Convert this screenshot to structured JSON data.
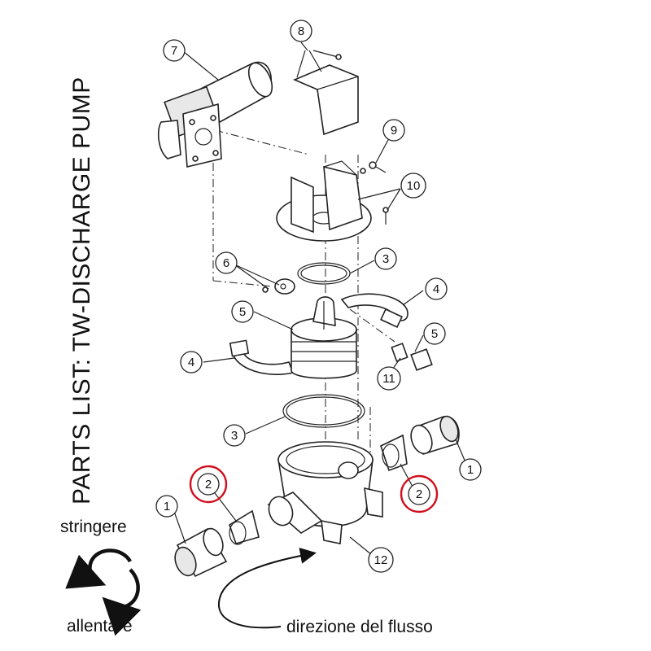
{
  "title": "PARTS LIST:  TW-DISCHARGE PUMP",
  "callouts": {
    "c1a": "1",
    "c1b": "1",
    "c2a": "2",
    "c2b": "2",
    "c3a": "3",
    "c3b": "3",
    "c4a": "4",
    "c4b": "4",
    "c5a": "5",
    "c5b": "5",
    "c6": "6",
    "c7": "7",
    "c8": "8",
    "c9": "9",
    "c10": "10",
    "c11": "11",
    "c12": "12"
  },
  "annotations": {
    "tighten": "stringere",
    "loosen": "allentare",
    "flow": "direzione del flusso"
  },
  "colors": {
    "highlight": "#d0101e",
    "line": "#222222"
  }
}
